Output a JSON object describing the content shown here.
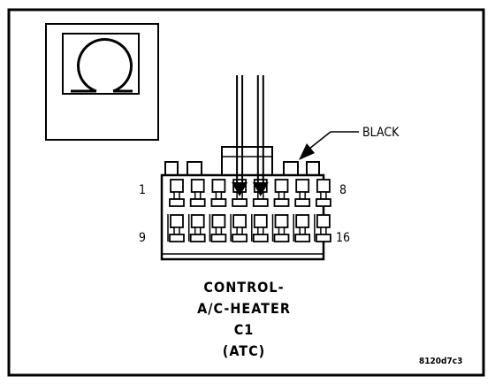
{
  "connector": {
    "callout_label": "BLACK",
    "pin_labels": {
      "top_left": "1",
      "top_right": "8",
      "bottom_left": "9",
      "bottom_right": "16"
    },
    "cavities_per_row": 8,
    "probed_cavities": [
      4,
      5
    ]
  },
  "caption": {
    "lines": [
      "CONTROL-",
      "A/C-HEATER",
      "C1",
      "(ATC)"
    ]
  },
  "figure_code": "8120d7c3",
  "colors": {
    "ink": "#000000",
    "background": "#ffffff"
  },
  "icons": {
    "inset": "multimeter-ohms-icon",
    "probes": "test-probe-icon"
  }
}
